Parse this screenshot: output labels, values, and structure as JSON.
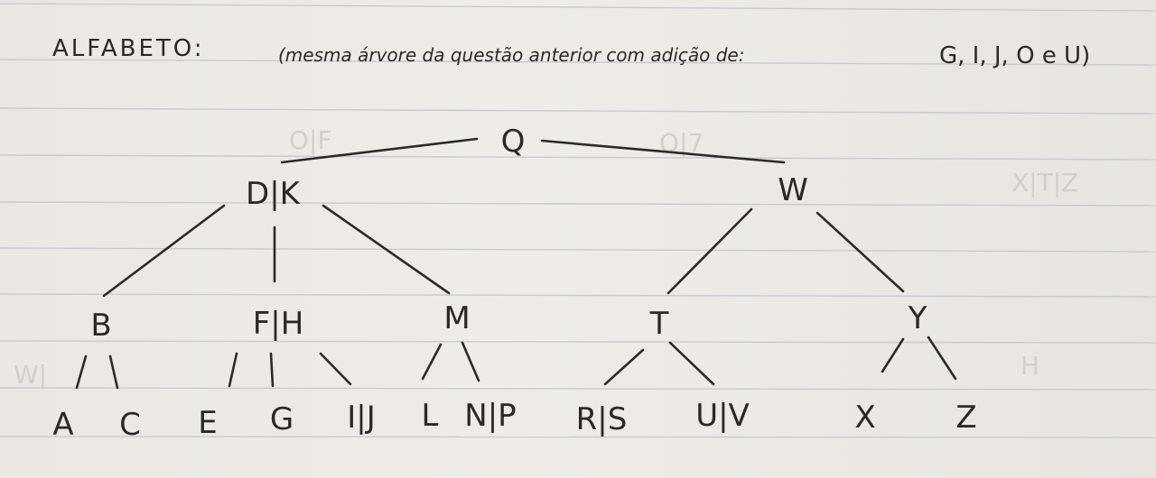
{
  "header": {
    "title": "ALFABETO:",
    "note": "(mesma árvore da questão anterior com adição de:",
    "added_letters": "G, I, J, O e U)"
  },
  "tree": {
    "root": "Q",
    "level1": {
      "left": "D|K",
      "right": "W"
    },
    "level2": [
      "B",
      "F|H",
      "M",
      "T",
      "Y"
    ],
    "leaves": [
      "A",
      "C",
      "E",
      "G",
      "I|J",
      "L",
      "N|P",
      "R|S",
      "U|V",
      "X",
      "Z"
    ]
  },
  "colors": {
    "ink": "#2c2826",
    "paper": "#ece9e5",
    "rule_line": "#c9c9cf"
  }
}
